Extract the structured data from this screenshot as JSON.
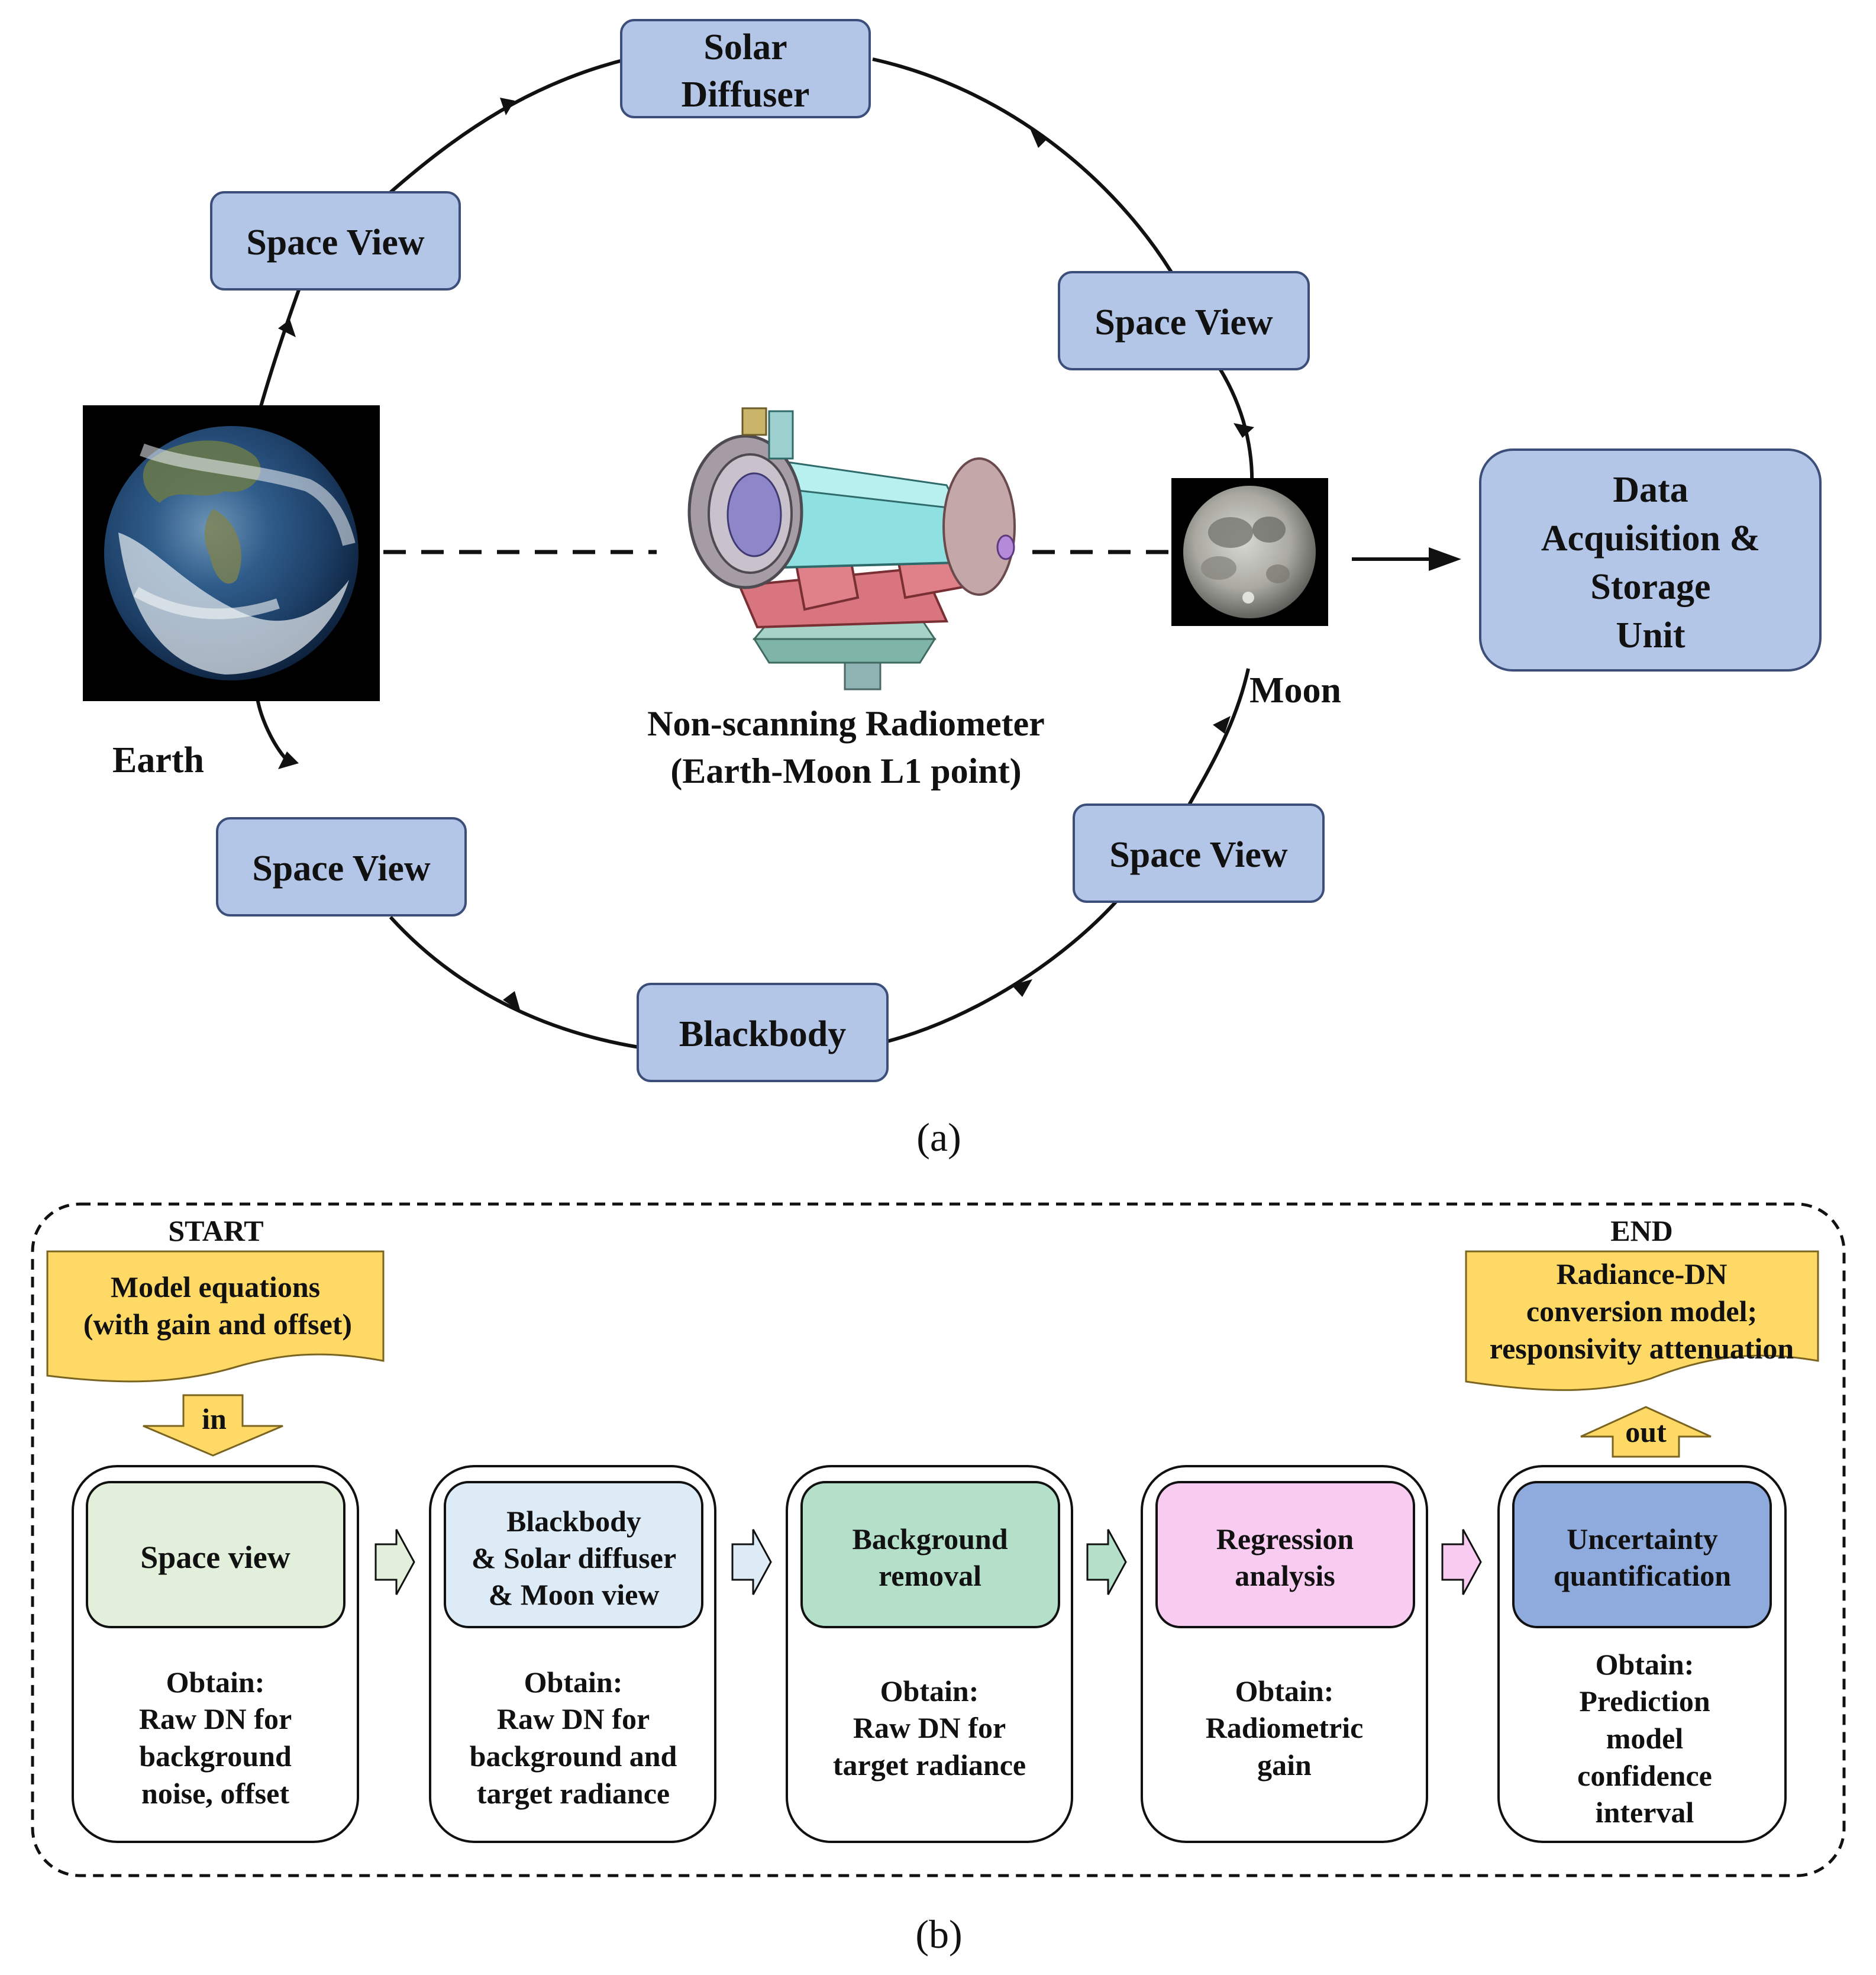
{
  "colors": {
    "blue_box": "#b4c6e7",
    "blue_stroke": "#3b4f7a",
    "yellow": "#ffd966",
    "green_light": "#e2efda",
    "blue_light": "#ddebf7",
    "teal": "#b4dfc9",
    "pink": "#f8cbf0",
    "blue_dark": "#8faadc",
    "space_black": "#000000"
  },
  "panel_a": {
    "caption": "(a)",
    "cycle": {
      "solar_diffuser": [
        "Solar",
        "Diffuser"
      ],
      "space_view_top_right": "Space View",
      "space_view_top_left": "Space View",
      "space_view_bottom_right": "Space View",
      "space_view_bottom_left": "Space View",
      "blackbody": "Blackbody"
    },
    "earth_label": "Earth",
    "moon_label": "Moon",
    "radiometer_label": [
      "Non-scanning Radiometer",
      "(Earth-Moon L1 point)"
    ],
    "daq_box": [
      "Data",
      "Acquisition &",
      "Storage",
      "Unit"
    ]
  },
  "panel_b": {
    "caption": "(b)",
    "start_label": "START",
    "end_label": "END",
    "start_doc": [
      "Model equations",
      "(with gain and offset)"
    ],
    "end_doc": [
      "Radiance-DN",
      "conversion model;",
      "responsivity attenuation"
    ],
    "in_label": "in",
    "out_label": "out",
    "steps": [
      {
        "title": [
          "Space view"
        ],
        "obtain": [
          "Obtain:",
          "Raw DN for",
          "background",
          "noise, offset"
        ]
      },
      {
        "title": [
          "Blackbody",
          "& Solar diffuser",
          "& Moon view"
        ],
        "obtain": [
          "Obtain:",
          "Raw DN for",
          "background and",
          "target radiance"
        ]
      },
      {
        "title": [
          "Background",
          "removal"
        ],
        "obtain": [
          "Obtain:",
          "Raw DN for",
          "target radiance"
        ]
      },
      {
        "title": [
          "Regression",
          "analysis"
        ],
        "obtain": [
          "Obtain:",
          "Radiometric",
          "gain"
        ]
      },
      {
        "title": [
          "Uncertainty",
          "quantification"
        ],
        "obtain": [
          "Obtain:",
          "Prediction",
          "model",
          "confidence",
          "interval"
        ]
      }
    ]
  }
}
